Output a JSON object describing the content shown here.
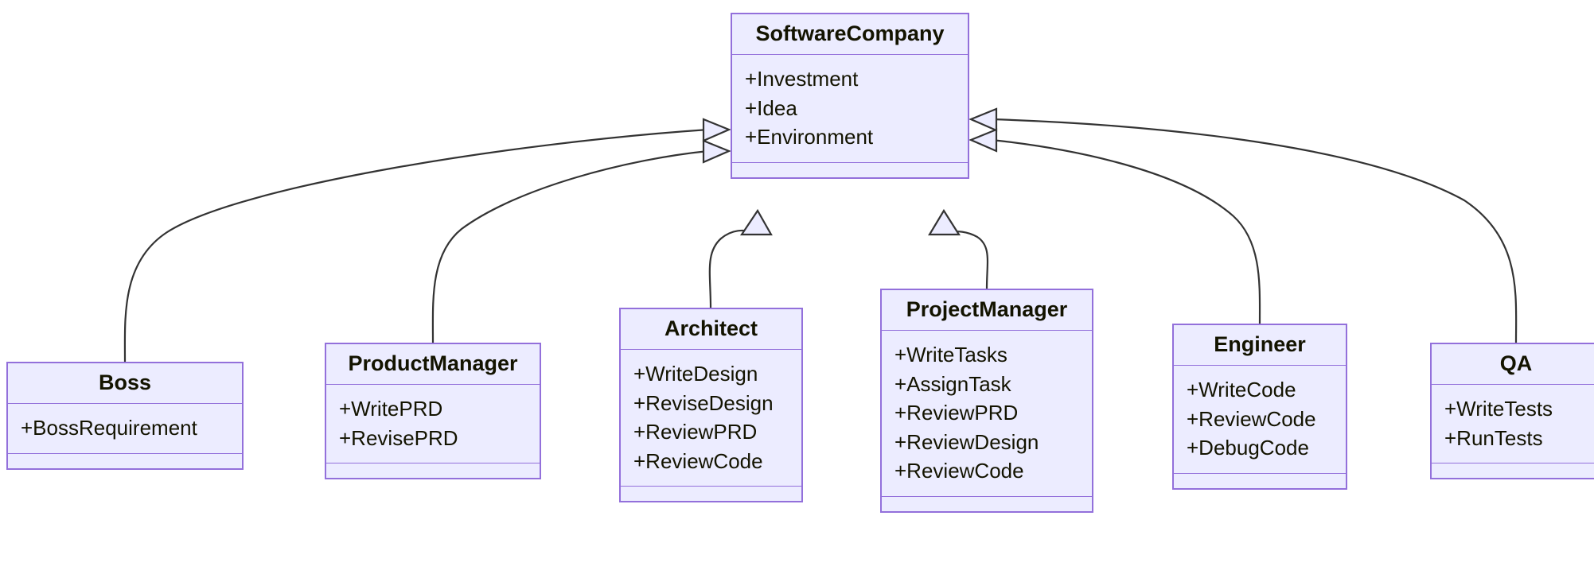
{
  "diagram": {
    "type": "uml-class-diagram",
    "title": "",
    "colors": {
      "node_fill": "#ECECFF",
      "node_border": "#9370DB",
      "edge_stroke": "#333333",
      "text": "#131300"
    },
    "classes": [
      {
        "id": "softwarecompany",
        "name": "SoftwareCompany",
        "members": [
          "+Investment",
          "+Idea",
          "+Environment"
        ],
        "methods": []
      },
      {
        "id": "boss",
        "name": "Boss",
        "members": [
          "+BossRequirement"
        ],
        "methods": []
      },
      {
        "id": "productmanager",
        "name": "ProductManager",
        "members": [
          "+WritePRD",
          "+RevisePRD"
        ],
        "methods": []
      },
      {
        "id": "architect",
        "name": "Architect",
        "members": [
          "+WriteDesign",
          "+ReviseDesign",
          "+ReviewPRD",
          "+ReviewCode"
        ],
        "methods": []
      },
      {
        "id": "projectmanager",
        "name": "ProjectManager",
        "members": [
          "+WriteTasks",
          "+AssignTask",
          "+ReviewPRD",
          "+ReviewDesign",
          "+ReviewCode"
        ],
        "methods": []
      },
      {
        "id": "engineer",
        "name": "Engineer",
        "members": [
          "+WriteCode",
          "+ReviewCode",
          "+DebugCode"
        ],
        "methods": []
      },
      {
        "id": "qa",
        "name": "QA",
        "members": [
          "+WriteTests",
          "+RunTests"
        ],
        "methods": []
      }
    ],
    "relationships": [
      {
        "from": "Boss",
        "to": "SoftwareCompany",
        "type": "inheritance"
      },
      {
        "from": "ProductManager",
        "to": "SoftwareCompany",
        "type": "inheritance"
      },
      {
        "from": "Architect",
        "to": "SoftwareCompany",
        "type": "inheritance"
      },
      {
        "from": "ProjectManager",
        "to": "SoftwareCompany",
        "type": "inheritance"
      },
      {
        "from": "Engineer",
        "to": "SoftwareCompany",
        "type": "inheritance"
      },
      {
        "from": "QA",
        "to": "SoftwareCompany",
        "type": "inheritance"
      }
    ]
  }
}
